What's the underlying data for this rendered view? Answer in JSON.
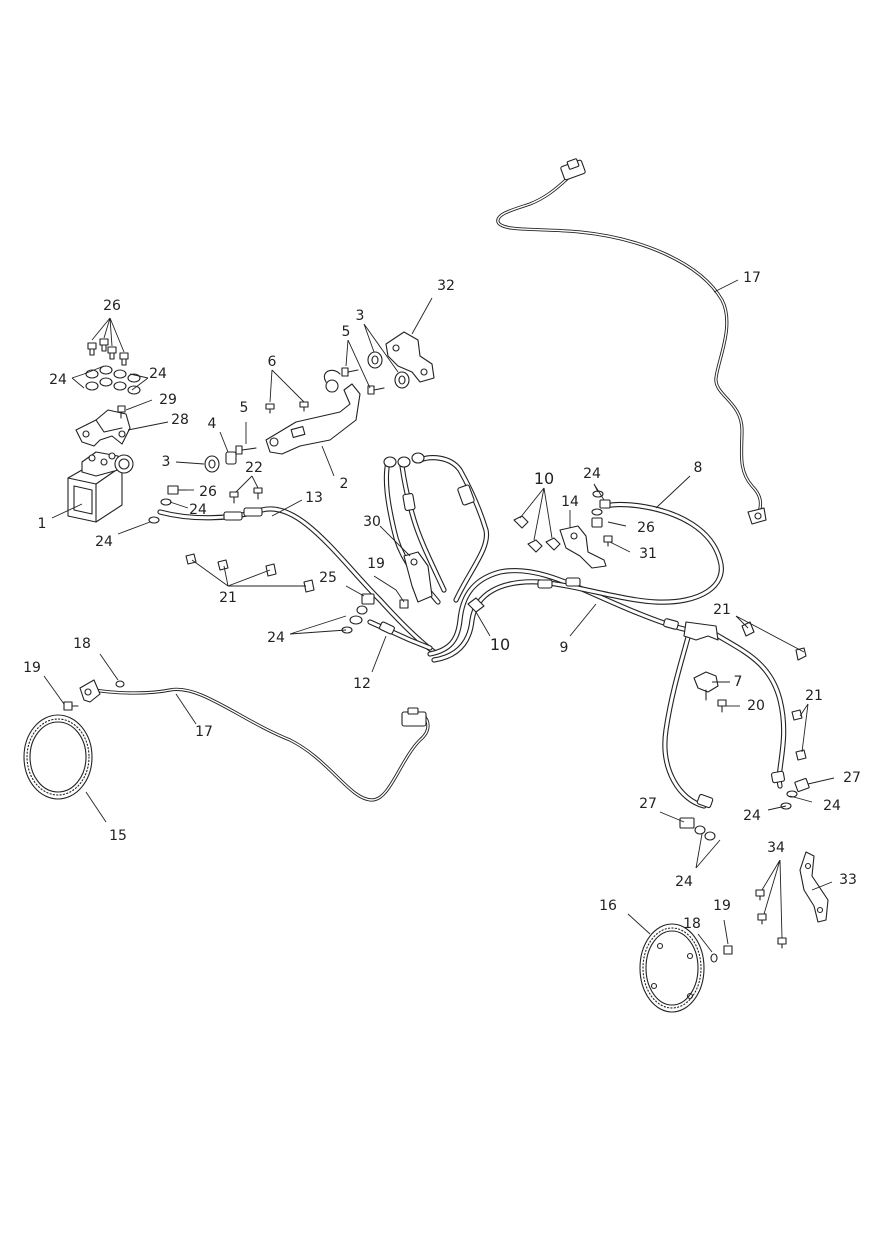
{
  "diagram": {
    "callouts": {
      "c1": "1",
      "c2": "2",
      "c3a": "3",
      "c3b": "3",
      "c4": "4",
      "c5a": "5",
      "c5b": "5",
      "c6": "6",
      "c7": "7",
      "c8": "8",
      "c9": "9",
      "c10a": "10",
      "c10b": "10",
      "c12": "12",
      "c13": "13",
      "c14": "14",
      "c15": "15",
      "c16": "16",
      "c17a": "17",
      "c17b": "17",
      "c18a": "18",
      "c18b": "18",
      "c19a": "19",
      "c19b": "19",
      "c19c": "19",
      "c20": "20",
      "c21a": "21",
      "c21b": "21",
      "c21c": "21",
      "c22": "22",
      "c24a": "24",
      "c24b": "24",
      "c24c": "24",
      "c24d": "24",
      "c24e": "24",
      "c24f": "24",
      "c24g": "24",
      "c24h": "24",
      "c24i": "24",
      "c25": "25",
      "c26a": "26",
      "c26b": "26",
      "c26c": "26",
      "c27a": "27",
      "c27b": "27",
      "c28": "28",
      "c29": "29",
      "c30": "30",
      "c31": "31",
      "c32": "32",
      "c33": "33",
      "c34": "34"
    }
  }
}
